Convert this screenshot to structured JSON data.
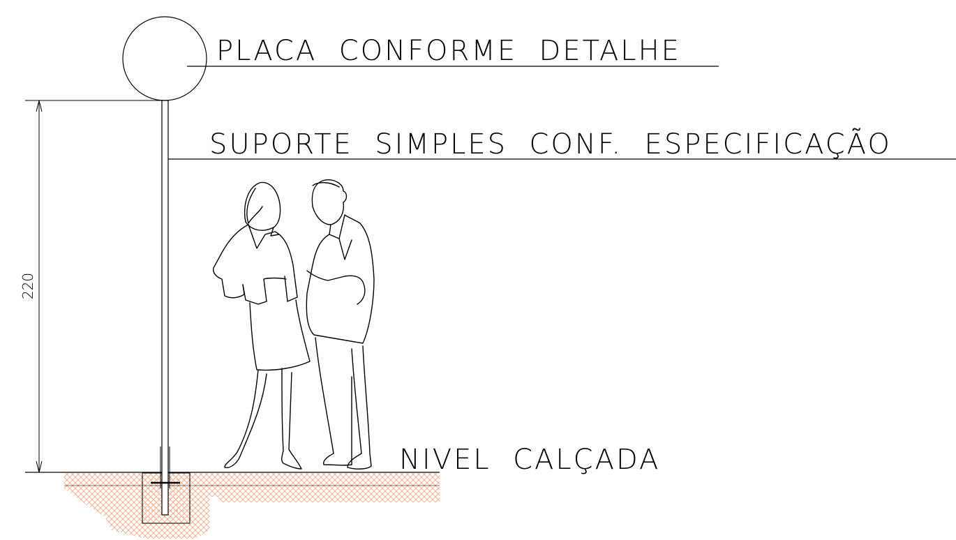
{
  "labels": {
    "sign": "PLACA  CONFORME  DETALHE",
    "support": "SUPORTE  SIMPLES  CONF.  ESPECIFICAÇÃO",
    "ground": "NIVEL  CALÇADA"
  },
  "dimension": {
    "height_value": "220"
  },
  "colors": {
    "lines": "#000000",
    "soil_hatch": "#f4a07c",
    "background": "#ffffff"
  }
}
